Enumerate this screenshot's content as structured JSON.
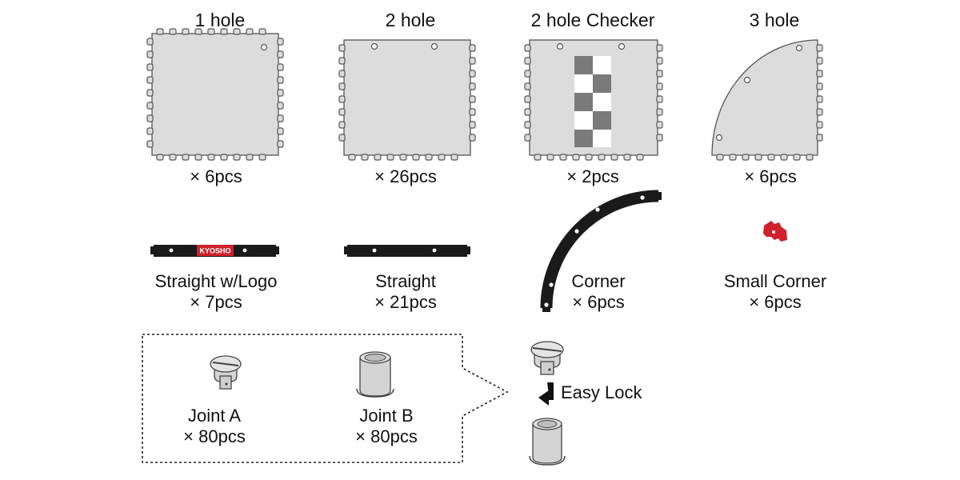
{
  "tiles": [
    {
      "name": "1 hole",
      "qty": "× 6pcs"
    },
    {
      "name": "2 hole",
      "qty": "× 26pcs"
    },
    {
      "name": "2 hole Checker",
      "qty": "× 2pcs"
    },
    {
      "name": "3 hole",
      "qty": "× 6pcs"
    }
  ],
  "borders": [
    {
      "name": "Straight w/Logo",
      "qty": "× 7pcs",
      "logo": "KYOSHO"
    },
    {
      "name": "Straight",
      "qty": "× 21pcs"
    },
    {
      "name": "Corner",
      "qty": "× 6pcs"
    },
    {
      "name": "Small Corner",
      "qty": "× 6pcs"
    }
  ],
  "joints": [
    {
      "name": "Joint A",
      "qty": "× 80pcs"
    },
    {
      "name": "Joint B",
      "qty": "× 80pcs"
    }
  ],
  "easy_lock": "Easy Lock",
  "colors": {
    "tile_fill": "#dcdcdc",
    "tile_stroke": "#555555",
    "border_black": "#1a1a1a",
    "logo_red": "#d0202a",
    "small_corner_red": "#d0202a",
    "checker_dark": "#7a7a7a"
  }
}
